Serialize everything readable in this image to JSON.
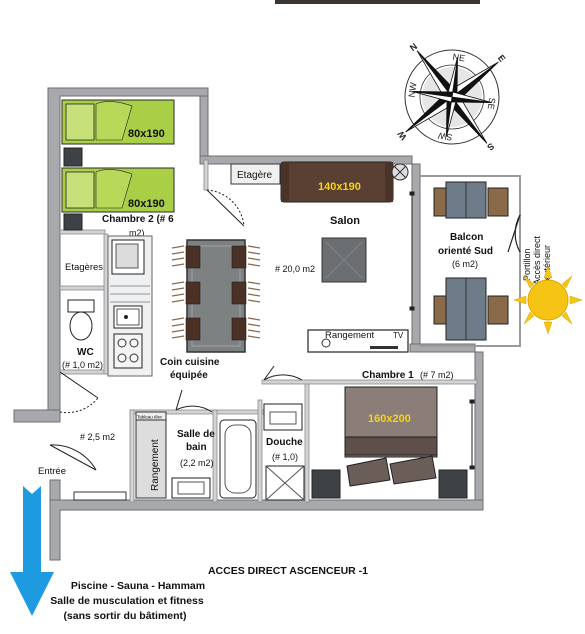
{
  "rooms": {
    "chambre2": {
      "label": "Chambre 2 (# 6",
      "label2": "m2)",
      "bed1": "80x190",
      "bed2": "80x190"
    },
    "etageres": "Etagères",
    "wc": {
      "label": "WC",
      "area": "(# 1,0 m2)"
    },
    "coin_cuisine": {
      "line1": "Coin cuisine",
      "line2": "équipée"
    },
    "salon": {
      "label": "Salon",
      "area": "# 20,0 m2",
      "etagere": "Etagère",
      "sofa": "140x190"
    },
    "balcon": {
      "line1": "Balcon",
      "line2": "orienté Sud",
      "area": "(6 m2)"
    },
    "portillon": {
      "line1": "Portillon",
      "line2": "Accès direct",
      "line3": "extérieur"
    },
    "rangement_tv": {
      "label": "Rangement",
      "tv": "TV"
    },
    "chambre1": {
      "label": "Chambre 1",
      "area": "(# 7 m2)",
      "bed": "160x200"
    },
    "entree": {
      "label": "Entrée",
      "area": "# 2,5 m2"
    },
    "salle_de_bain": {
      "line1": "Salle de",
      "line2": "bain",
      "area": "(2,2 m2)",
      "tableau": "Tableau élec"
    },
    "douche": {
      "label": "Douche",
      "area": "(# 1,0)"
    },
    "rangement": "Rangement"
  },
  "access": {
    "line1": "ACCES DIRECT ASCENCEUR -1",
    "line2": "Piscine - Sauna - Hammam",
    "line3": "Salle de musculation et fitness",
    "line4": "(sans sortir du bâtiment)"
  },
  "compass": {
    "n": "N",
    "ne": "NE",
    "e": "E",
    "se": "SE",
    "s": "S",
    "sw": "SW",
    "w": "W",
    "nw": "NW"
  },
  "colors": {
    "wall": "#a7a9ac",
    "bed": "#a8cf45",
    "brown": "#5a4033",
    "arrow": "#1e9be0",
    "sun": "#f6c415"
  }
}
